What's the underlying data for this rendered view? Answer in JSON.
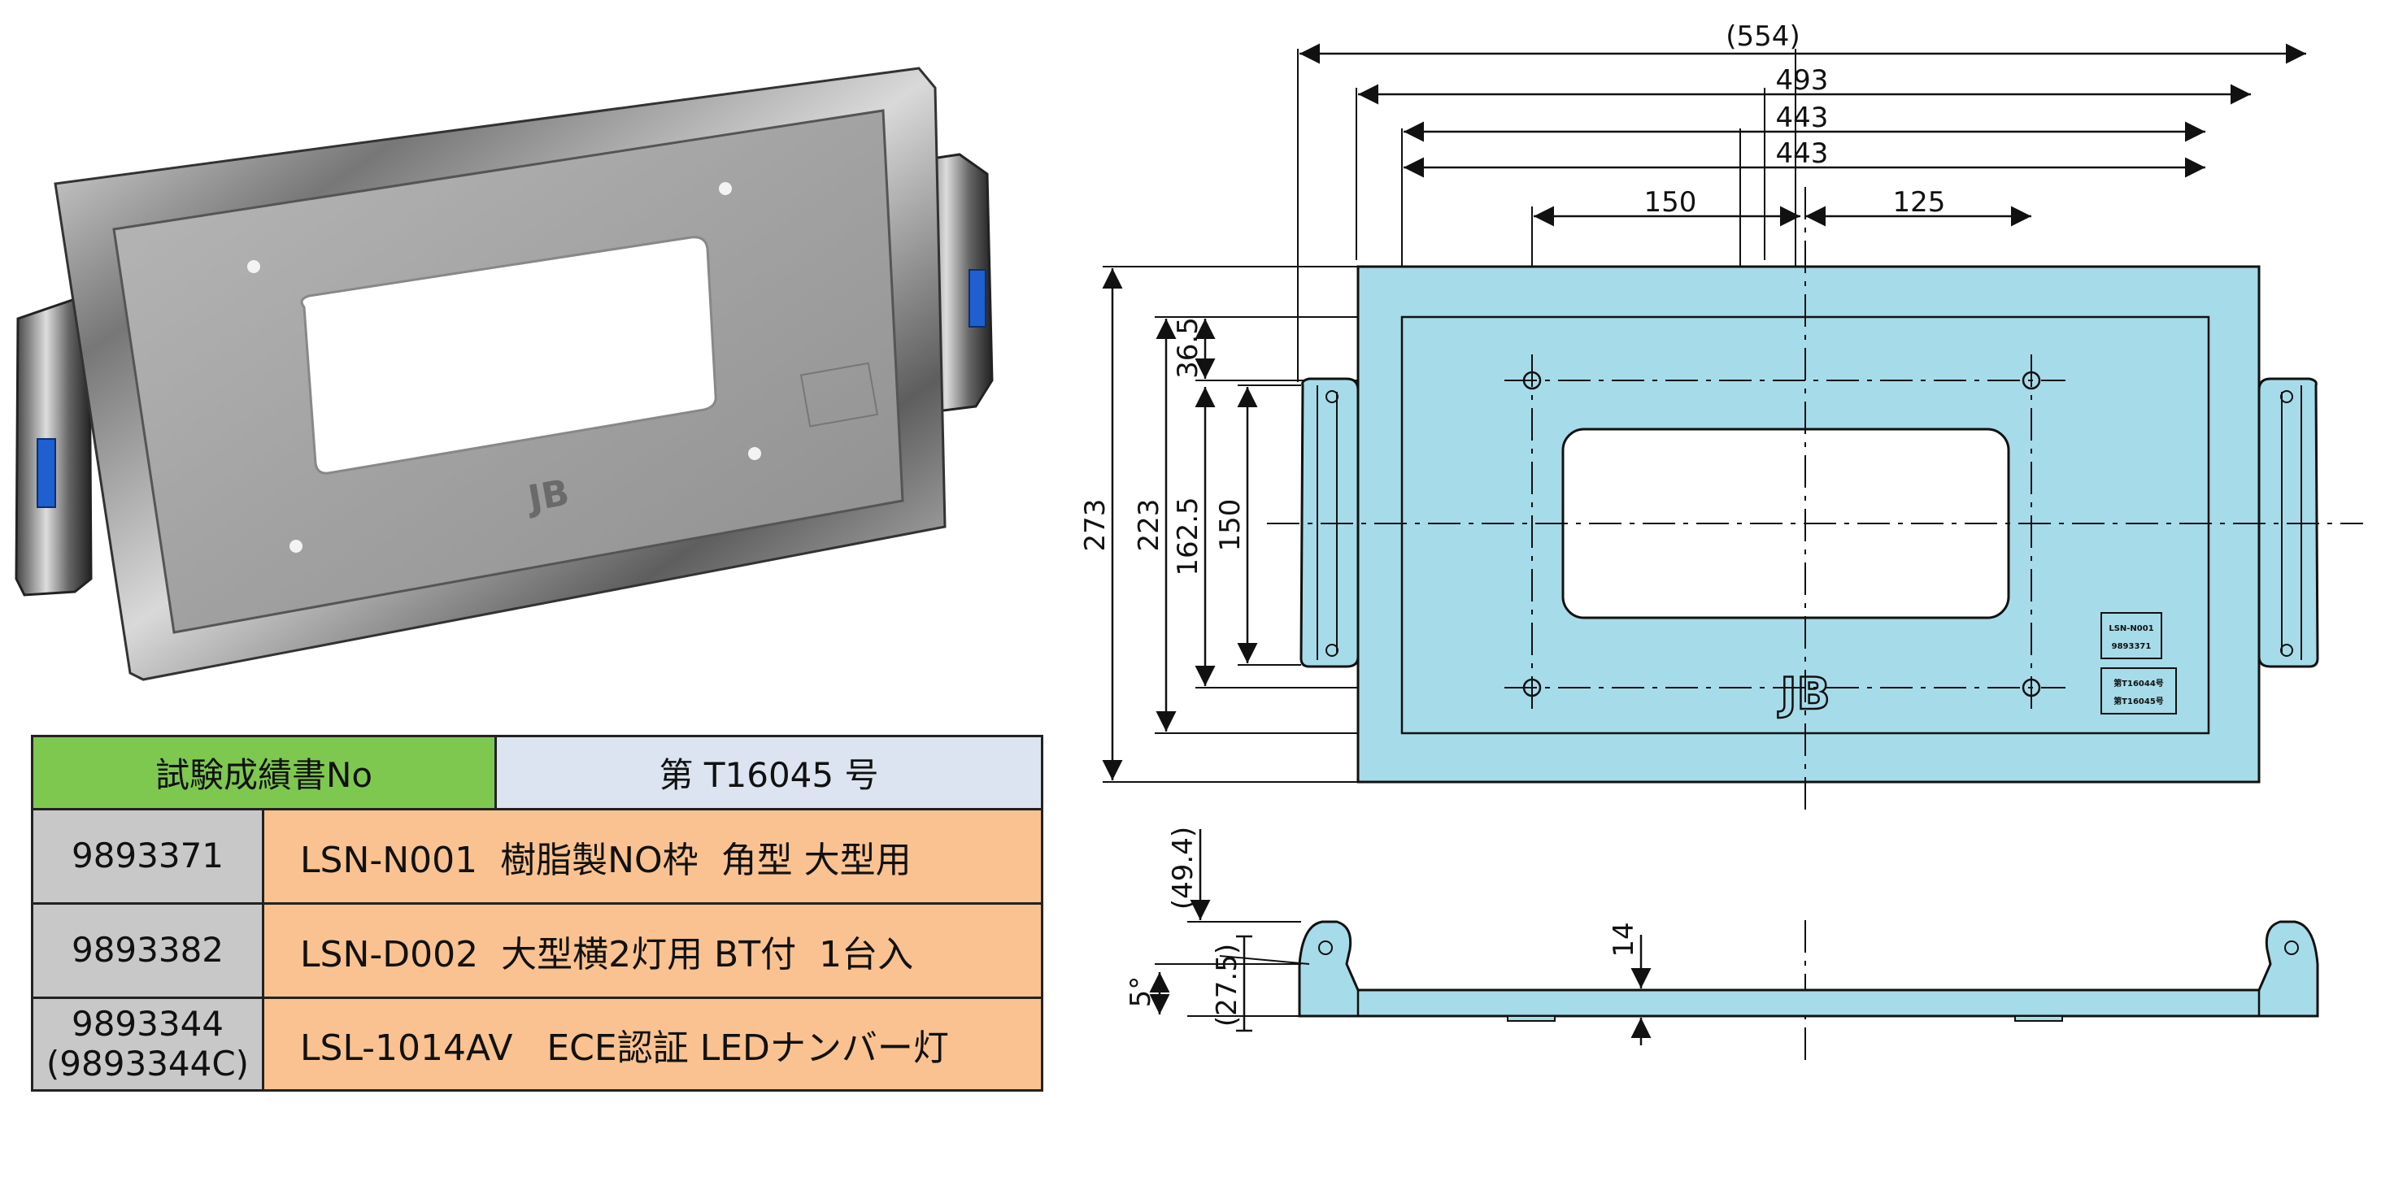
{
  "photo": {
    "brand_mark": "JB"
  },
  "table": {
    "header_left": "試験成績書No",
    "header_right": "第 T16045 号",
    "rows": [
      {
        "code": "9893371",
        "code2": "",
        "desc": "LSN-N001  樹脂製NO枠  角型 大型用"
      },
      {
        "code": "9893382",
        "code2": "",
        "desc": "LSN-D002  大型横2灯用 BT付  1台入"
      },
      {
        "code": "9893344",
        "code2": "(9893344C)",
        "desc": "LSL-1014AV   ECE認証 LEDナンバー灯"
      }
    ]
  },
  "drawing": {
    "dims_top": [
      "(554)",
      "493",
      "443",
      "443",
      "150",
      "125"
    ],
    "dims_left": [
      "273",
      "223",
      "162.5",
      "150",
      "36.5"
    ],
    "dims_side": [
      "(49.4)",
      "(27.5)",
      "5°",
      "14"
    ],
    "plate_label_1": "LSN-N001",
    "plate_label_2": "9893371",
    "stamp_1": "第T16044号",
    "stamp_2": "第T16045号",
    "logo": "JB",
    "colors": {
      "body_fill": "#a6dbe9",
      "outline": "#111111"
    }
  }
}
